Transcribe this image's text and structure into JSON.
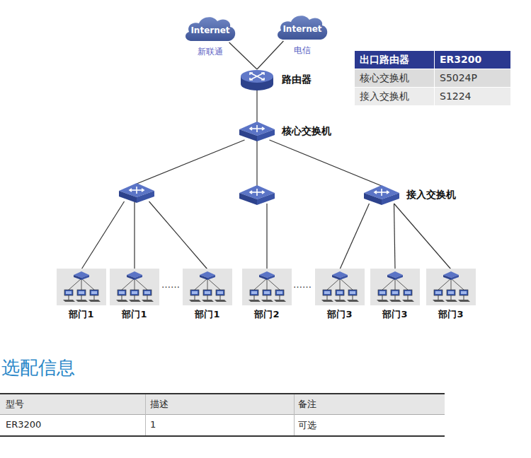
{
  "diagram": {
    "title": "选配信息",
    "nodes": [
      {
        "text": [
          "Internet",
          "新联通"
        ]
      },
      {
        "text": [
          "Internet",
          "电信"
        ]
      },
      {
        "text": [
          "路由器"
        ]
      },
      {
        "text": [
          "核心交换机"
        ]
      },
      {
        "text": []
      },
      {
        "text": []
      },
      {
        "text": [
          "接入交换机"
        ]
      },
      {
        "text": [
          "部门1"
        ]
      },
      {
        "text": [
          "部门1"
        ]
      },
      {
        "text": [
          "部门1"
        ]
      },
      {
        "text": [
          "部门2"
        ]
      },
      {
        "text": [
          "部门3"
        ]
      },
      {
        "text": [
          "部门3"
        ]
      },
      {
        "text": [
          "部门3"
        ]
      }
    ],
    "edges": [
      {
        "from": 0,
        "to": 2,
        "arrow": "none"
      },
      {
        "from": 1,
        "to": 2,
        "arrow": "none"
      },
      {
        "from": 2,
        "to": 3,
        "arrow": "none"
      },
      {
        "from": 3,
        "to": 4,
        "arrow": "none"
      },
      {
        "from": 3,
        "to": 5,
        "arrow": "none"
      },
      {
        "from": 3,
        "to": 6,
        "arrow": "none"
      },
      {
        "from": 4,
        "to": 7,
        "arrow": "none"
      },
      {
        "from": 4,
        "to": 8,
        "arrow": "none"
      },
      {
        "from": 4,
        "to": 9,
        "arrow": "none"
      },
      {
        "from": 5,
        "to": 10,
        "arrow": "none"
      },
      {
        "from": 6,
        "to": 11,
        "arrow": "none"
      },
      {
        "from": 6,
        "to": 12,
        "arrow": "none"
      },
      {
        "from": 6,
        "to": 13,
        "arrow": "none"
      }
    ],
    "labels": [
      "出口路由器",
      "ER3200",
      "核心交换机",
      "S5024P",
      "接入交换机",
      "S1224",
      "型号",
      "描述",
      "备注",
      "ER3200",
      "1",
      "可选",
      "……",
      "……"
    ]
  }
}
